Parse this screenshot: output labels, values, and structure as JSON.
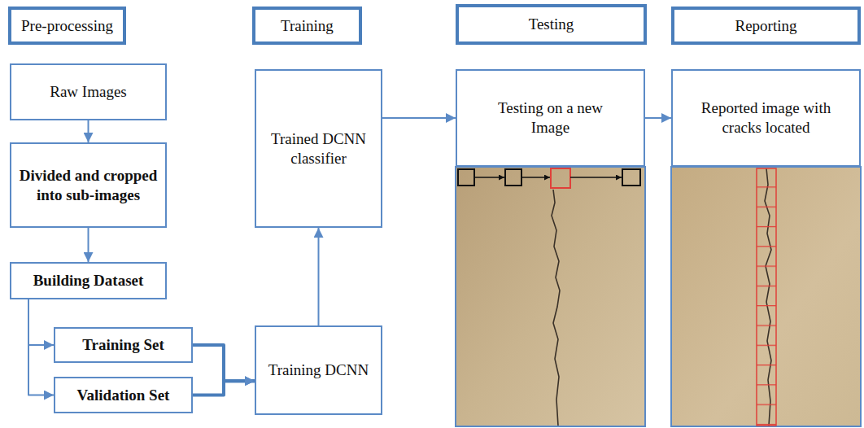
{
  "diagram": {
    "nodes": [
      {
        "text": [
          "Pre-processing"
        ]
      },
      {
        "text": [
          "Training"
        ]
      },
      {
        "text": [
          "Testing"
        ]
      },
      {
        "text": [
          "Reporting"
        ]
      },
      {
        "text": [
          "Raw Images"
        ]
      },
      {
        "text": [
          "Divided and cropped into sub-images"
        ]
      },
      {
        "text": [
          "Building Dataset"
        ]
      },
      {
        "text": [
          "Training Set"
        ]
      },
      {
        "text": [
          "Validation Set"
        ]
      },
      {
        "text": [
          "Trained DCNN classifier"
        ]
      },
      {
        "text": [
          "Training DCNN"
        ]
      },
      {
        "text": [
          "Testing on a new Image"
        ]
      },
      {
        "text": [
          "Reported image with cracks located"
        ]
      }
    ],
    "edges": [
      {
        "from": 4,
        "to": 5,
        "arrow": "to"
      },
      {
        "from": 5,
        "to": 6,
        "arrow": "to"
      },
      {
        "from": 6,
        "to": 7,
        "arrow": "to"
      },
      {
        "from": 6,
        "to": 8,
        "arrow": "to"
      },
      {
        "from": 7,
        "to": 10,
        "arrow": "to"
      },
      {
        "from": 8,
        "to": 10,
        "arrow": "to"
      },
      {
        "from": 10,
        "to": 9,
        "arrow": "to"
      },
      {
        "from": 9,
        "to": 11,
        "arrow": "to"
      },
      {
        "from": 11,
        "to": 12,
        "arrow": "to"
      }
    ]
  }
}
